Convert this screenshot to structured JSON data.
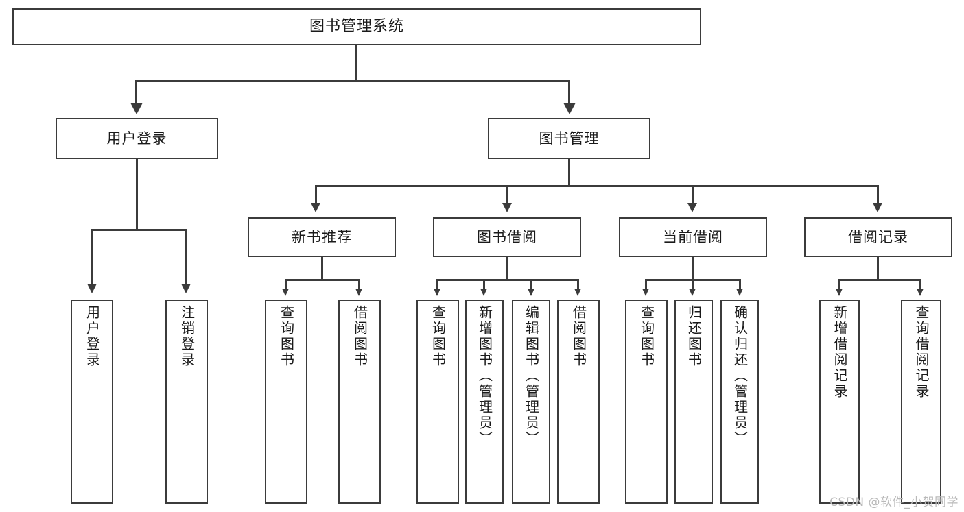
{
  "diagram": {
    "title": "图书管理系统",
    "root": {
      "label": "图书管理系统"
    },
    "level1": [
      {
        "label": "用户登录"
      },
      {
        "label": "图书管理"
      }
    ],
    "level2": [
      {
        "label": "新书推荐"
      },
      {
        "label": "图书借阅"
      },
      {
        "label": "当前借阅"
      },
      {
        "label": "借阅记录"
      }
    ],
    "leaves": {
      "user_login": [
        {
          "label": "用户登录"
        },
        {
          "label": "注销登录"
        }
      ],
      "new_book": [
        {
          "label": "查询图书"
        },
        {
          "label": "借阅图书"
        }
      ],
      "book_borrow": [
        {
          "label": "查询图书"
        },
        {
          "label": "新增图书（管理员）"
        },
        {
          "label": "编辑图书（管理员）"
        },
        {
          "label": "借阅图书"
        }
      ],
      "current_borrow": [
        {
          "label": "查询图书"
        },
        {
          "label": "归还图书"
        },
        {
          "label": "确认归还（管理员）"
        }
      ],
      "borrow_record": [
        {
          "label": "新增借阅记录"
        },
        {
          "label": "查询借阅记录"
        }
      ]
    }
  },
  "watermark": {
    "text": "CSDN @软件_小贺同学"
  },
  "colors": {
    "stroke": "#3b3b3b",
    "text": "#1a1a1a",
    "background": "#ffffff",
    "watermark": "#b9b9b9"
  }
}
